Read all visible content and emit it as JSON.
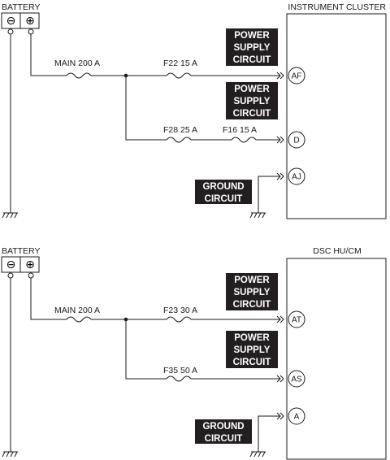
{
  "colors": {
    "wire": "#1a1a1a",
    "badge_bg": "#231f20",
    "badge_text": "#ffffff",
    "background": "#ffffff"
  },
  "symbols": {
    "battery_neg": "⊖",
    "battery_pos": "⊕"
  },
  "diagrams": [
    {
      "battery_label": "BATTERY",
      "module_label": "INSTRUMENT CLUSTER",
      "main_fuse": "MAIN 200 A",
      "fuse_a": "F22 15 A",
      "fuse_b": "F28 25 A",
      "fuse_c": "F16 15 A",
      "badge_power_1": [
        "POWER",
        "SUPPLY",
        "CIRCUIT"
      ],
      "badge_power_2": [
        "POWER",
        "SUPPLY",
        "CIRCUIT"
      ],
      "badge_ground": [
        "GROUND",
        "CIRCUIT"
      ],
      "conn_1": "AF",
      "conn_2": "D",
      "conn_3": "AJ"
    },
    {
      "battery_label": "BATTERY",
      "module_label": "DSC HU/CM",
      "main_fuse": "MAIN 200 A",
      "fuse_a": "F23 30 A",
      "fuse_b": "F35 50 A",
      "badge_power_1": [
        "POWER",
        "SUPPLY",
        "CIRCUIT"
      ],
      "badge_power_2": [
        "POWER",
        "SUPPLY",
        "CIRCUIT"
      ],
      "badge_ground": [
        "GROUND",
        "CIRCUIT"
      ],
      "conn_1": "AT",
      "conn_2": "AS",
      "conn_3": "A"
    }
  ]
}
